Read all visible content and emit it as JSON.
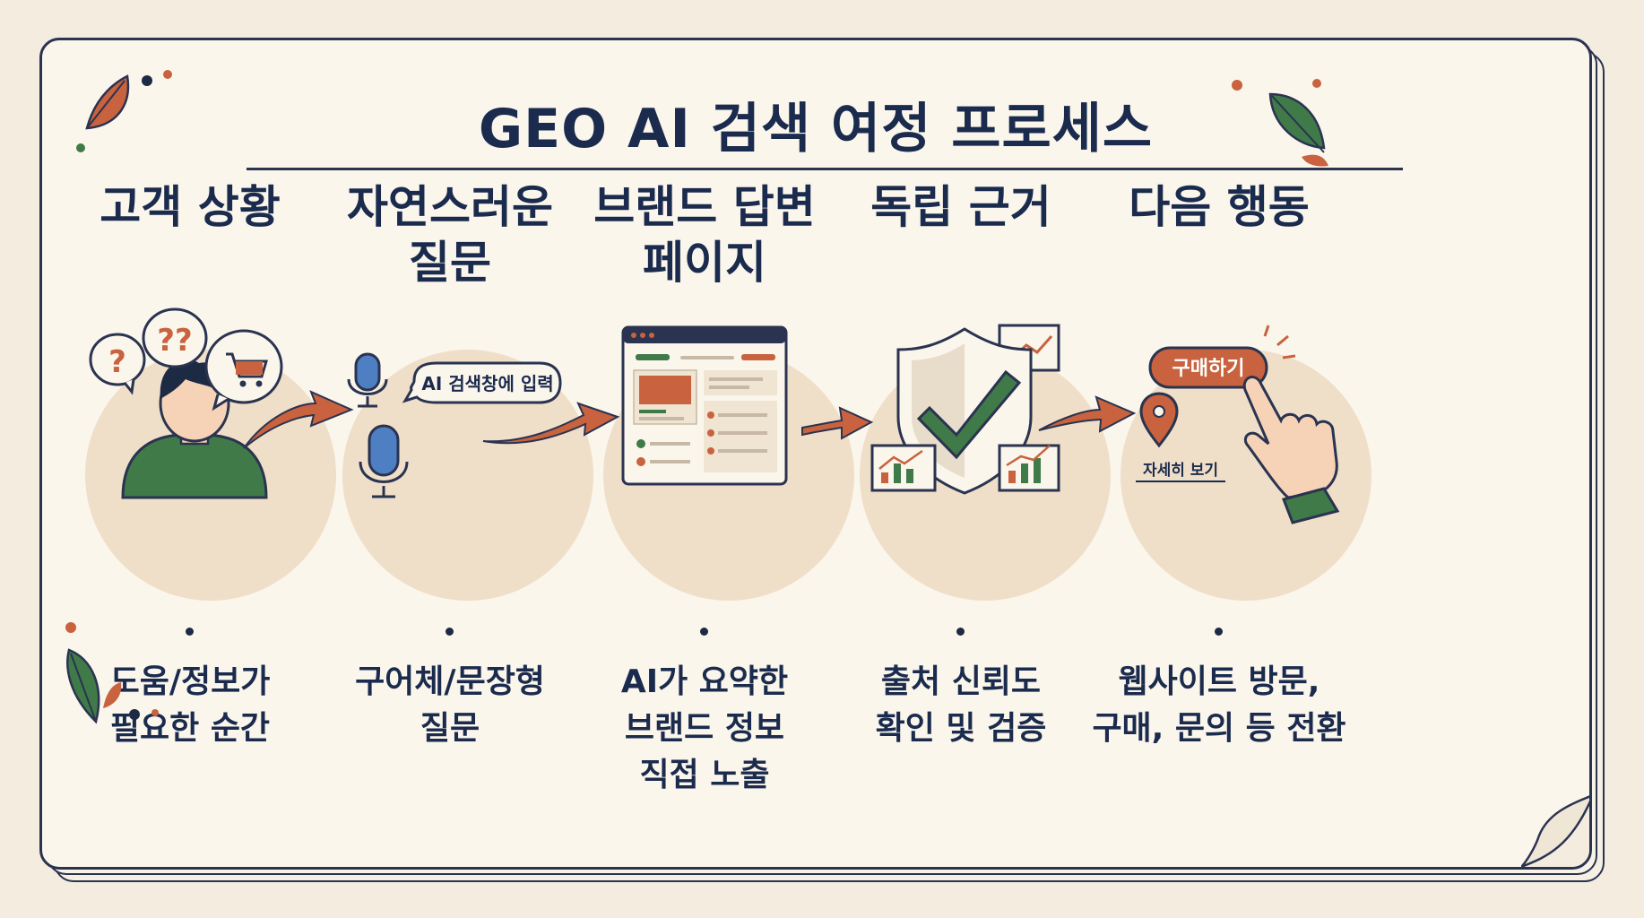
{
  "title": "GEO AI 검색 여정 프로세스",
  "steps": [
    {
      "title_lines": [
        "고객 상황"
      ],
      "desc_lines": [
        "도움/정보가",
        "필요한 순간"
      ],
      "icons": [
        "person-icon",
        "question-bubble-icon",
        "cart-bubble-icon"
      ]
    },
    {
      "title_lines": [
        "자연스러운",
        "질문"
      ],
      "desc_lines": [
        "구어체/문장형",
        "질문"
      ],
      "icons": [
        "microphone-icon"
      ],
      "bubble_label": "AI 검색창에 입력"
    },
    {
      "title_lines": [
        "브랜드 답변",
        "페이지"
      ],
      "desc_lines": [
        "AI가 요약한",
        "브랜드 정보",
        "직접 노출"
      ],
      "icons": [
        "browser-window-icon"
      ]
    },
    {
      "title_lines": [
        "독립 근거"
      ],
      "desc_lines": [
        "출처 신뢰도",
        "확인 및 검증"
      ],
      "icons": [
        "shield-check-icon",
        "chart-icon"
      ]
    },
    {
      "title_lines": [
        "다음 행동"
      ],
      "desc_lines": [
        "웹사이트 방문,",
        "구매, 문의 등 전환"
      ],
      "icons": [
        "hand-pointer-icon",
        "location-pin-icon"
      ],
      "button_label": "구매하기",
      "link_label": "자세히 보기"
    }
  ],
  "colors": {
    "navy": "#1b2b4d",
    "orange": "#c9623e",
    "green": "#3f7a48",
    "circle": "#f0dfc8",
    "background": "#fbf6ec"
  }
}
